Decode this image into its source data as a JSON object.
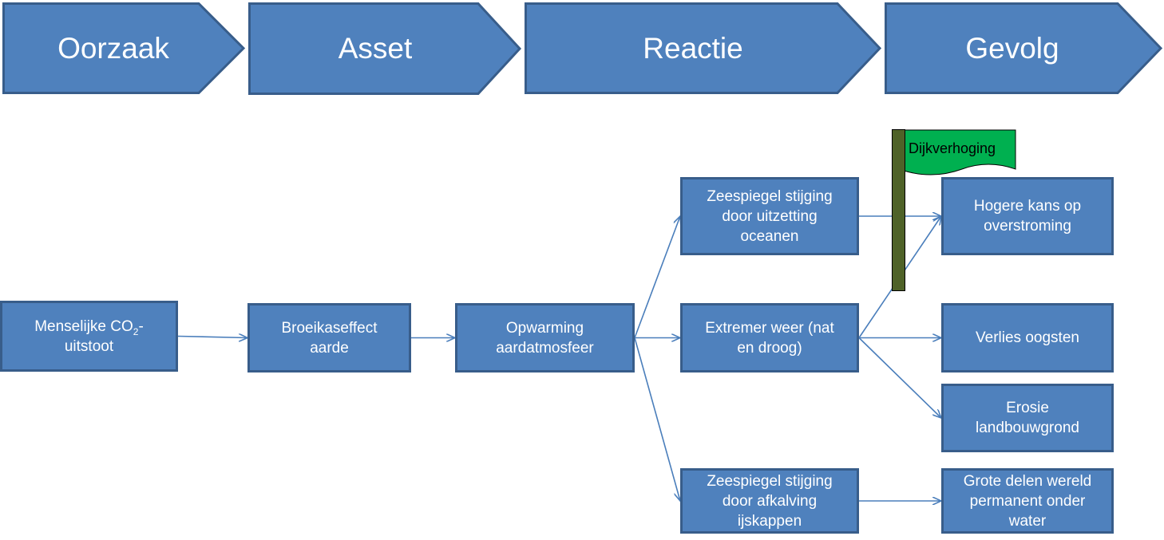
{
  "stages": [
    {
      "id": "oorzaak",
      "label": "Oorzaak"
    },
    {
      "id": "asset",
      "label": "Asset"
    },
    {
      "id": "reactie",
      "label": "Reactie"
    },
    {
      "id": "gevolg",
      "label": "Gevolg"
    }
  ],
  "nodes": {
    "menselijke": {
      "text": "Menselijke CO",
      "sub": "2",
      "text_after": "-",
      "line2": "uitstoot"
    },
    "broeikas": {
      "line1": "Broeikaseffect",
      "line2": "aarde"
    },
    "opwarming": {
      "line1": "Opwarming",
      "line2": "aardatmosfeer"
    },
    "zeespiegel_uitzetting": {
      "line1": "Zeespiegel stijging",
      "line2": "door uitzetting",
      "line3": "oceanen"
    },
    "extremer_weer": {
      "line1": "Extremer weer (nat",
      "line2": "en droog)"
    },
    "zeespiegel_afkalving": {
      "line1": "Zeespiegel stijging",
      "line2": "door afkalving",
      "line3": "ijskappen"
    },
    "hogere_kans": {
      "line1": "Hogere kans op",
      "line2": "overstroming"
    },
    "verlies_oogsten": {
      "line1": "Verlies oogsten"
    },
    "erosie": {
      "line1": "Erosie",
      "line2": "landbouwgrond"
    },
    "grote_delen": {
      "line1": "Grote delen wereld",
      "line2": "permanent onder",
      "line3": "water"
    }
  },
  "edges": [
    {
      "from": "menselijke",
      "to": "broeikas"
    },
    {
      "from": "broeikas",
      "to": "opwarming"
    },
    {
      "from": "opwarming",
      "to": "zeespiegel_uitzetting"
    },
    {
      "from": "opwarming",
      "to": "extremer_weer"
    },
    {
      "from": "opwarming",
      "to": "zeespiegel_afkalving"
    },
    {
      "from": "zeespiegel_uitzetting",
      "to": "hogere_kans"
    },
    {
      "from": "extremer_weer",
      "to": "hogere_kans"
    },
    {
      "from": "extremer_weer",
      "to": "verlies_oogsten"
    },
    {
      "from": "extremer_weer",
      "to": "erosie"
    },
    {
      "from": "zeespiegel_afkalving",
      "to": "grote_delen"
    }
  ],
  "flag": {
    "label": "Dijkverhoging"
  },
  "colors": {
    "box_fill": "#4f81bd",
    "box_border": "#385d8a",
    "chevron_fill": "#4f81bd",
    "chevron_border": "#385d8a",
    "connector": "#4a7ebb",
    "flag_banner": "#00b050",
    "flag_pole": "#4f6228",
    "text": "#ffffff"
  }
}
